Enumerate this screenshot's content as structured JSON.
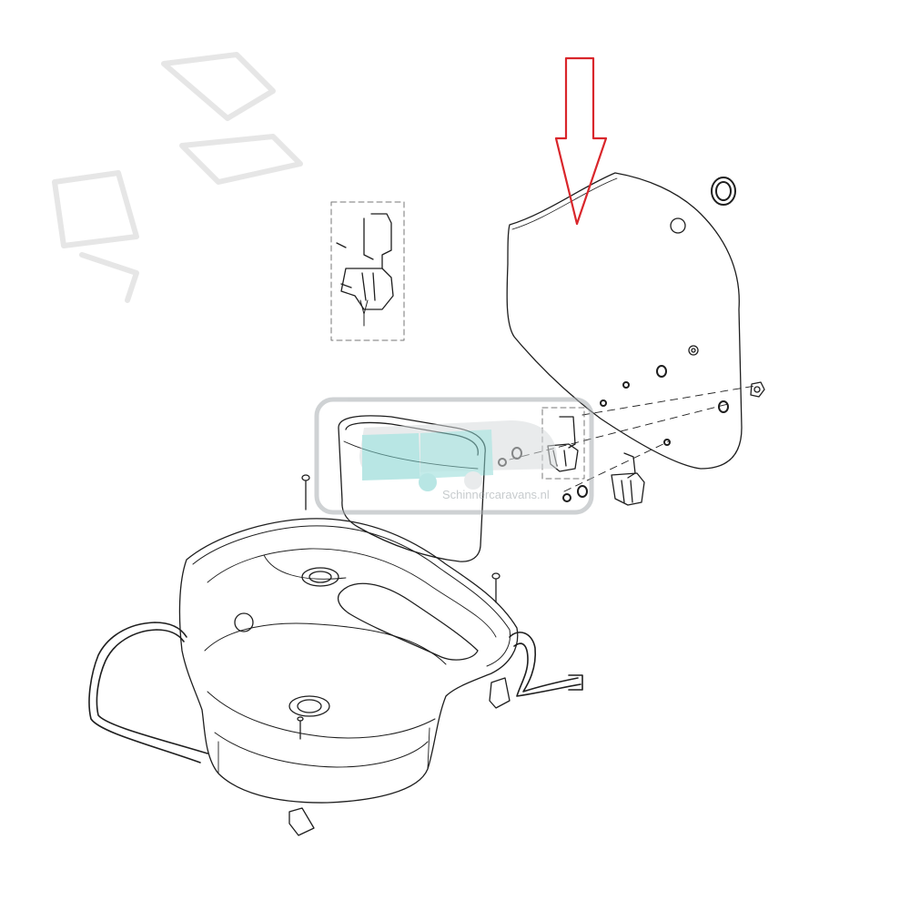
{
  "watermark": {
    "text": "Schinnercaravans.nl",
    "logo": "caravan-logo",
    "accent_color": "#7fd3cf"
  },
  "highlight": {
    "icon": "down-arrow-icon",
    "color": "#d9262b"
  },
  "diagram": {
    "style": "exploded-parts-line-drawing",
    "parts": [
      "sink-basin",
      "seal-strip",
      "sink-lid",
      "utensil-tray",
      "hinge-detail",
      "hinge-left",
      "hinge-right",
      "drain-plug",
      "mounting-clamp",
      "bolt",
      "washer",
      "nut",
      "cap-ring"
    ]
  }
}
